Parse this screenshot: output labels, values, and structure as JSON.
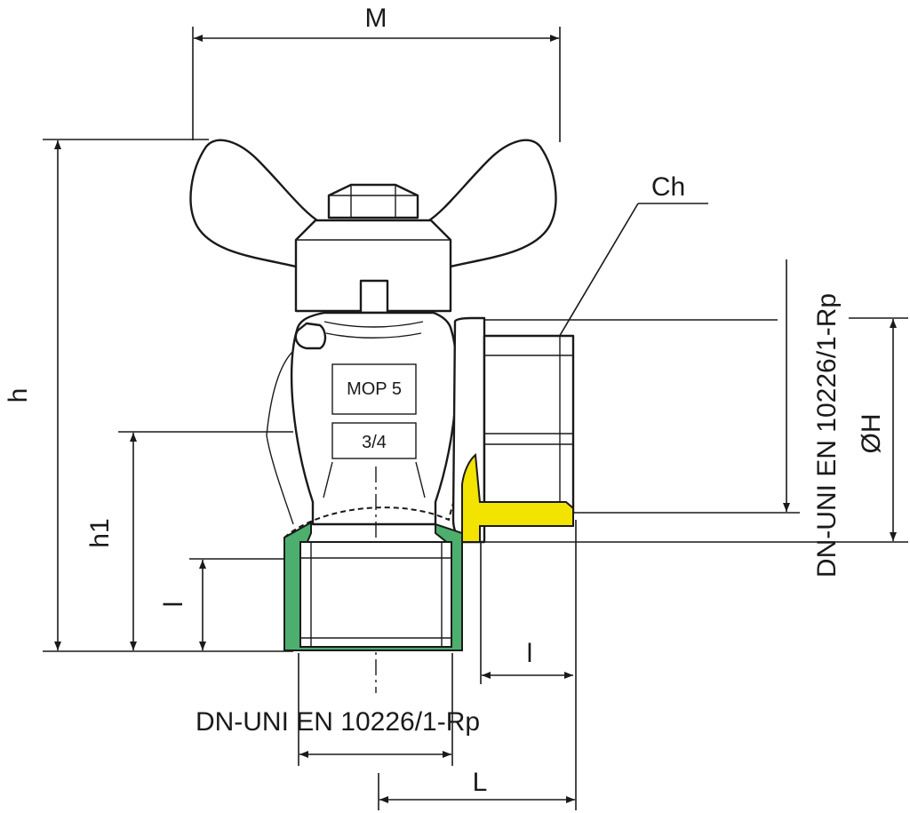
{
  "diagram": {
    "labels": {
      "M": "M",
      "h": "h",
      "h1": "h1",
      "l_left": "l",
      "l_bottom": "l",
      "L": "L",
      "Ch": "Ch",
      "oH": "ØH",
      "body_mop": "MOP 5",
      "body_size": "3/4",
      "thread_bottom": "DN-UNI EN 10226/1-Rp",
      "thread_right": "DN-UNI EN 10226/1-Rp"
    },
    "colors": {
      "line": "#1a1a1a",
      "bottom_port_fill": "#4caf6d",
      "side_port_fill": "#f2e300",
      "background": "#ffffff"
    }
  }
}
